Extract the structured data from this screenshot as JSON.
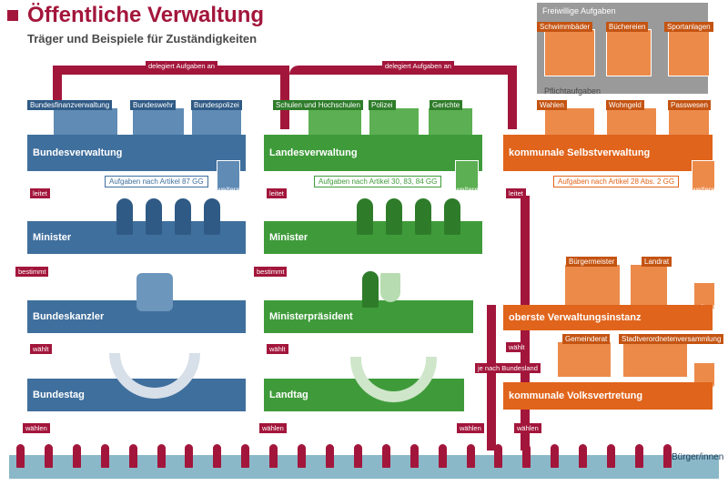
{
  "title": "Öffentliche Verwaltung",
  "subtitle": "Träger und Beispiele für Zuständigkeiten",
  "delegation_label": "delegiert Aufgaben an",
  "citizens_label": "Bürger/innen",
  "weitere_label": "weitere",
  "bund": {
    "examples": [
      "Bundesfinanzverwaltung",
      "Bundeswehr",
      "Bundespolizei"
    ],
    "verwaltung": "Bundesverwaltung",
    "articles": "Aufgaben nach Artikel 87 GG",
    "leitet": "leitet",
    "minister": "Minister",
    "bestimmt": "bestimmt",
    "chef": "Bundeskanzler",
    "waehlt": "wählt",
    "parlament": "Bundestag",
    "waehlen": "wählen"
  },
  "land": {
    "examples": [
      "Schulen und Hochschulen",
      "Polizei",
      "Gerichte"
    ],
    "verwaltung": "Landesverwaltung",
    "articles": "Aufgaben nach Artikel 30, 83, 84 GG",
    "leitet": "leitet",
    "minister": "Minister",
    "bestimmt": "bestimmt",
    "chef": "Ministerpräsident",
    "waehlt": "wählt",
    "parlament": "Landtag",
    "waehlen": "wählen"
  },
  "kommune": {
    "freiwillig_title": "Freiwillige Aufgaben",
    "freiwillig": [
      "Schwimmbäder",
      "Büchereien",
      "Sportanlagen"
    ],
    "pflicht_title": "Pflichtaufgaben",
    "pflicht": [
      "Wahlen",
      "Wohngeld",
      "Passwesen"
    ],
    "verwaltung": "kommunale Selbstverwaltung",
    "articles": "Aufgaben nach Artikel 28 Abs. 2 GG",
    "leitet": "leitet",
    "leaders": [
      "Bürgermeister",
      "Landrat"
    ],
    "instanz": "oberste Verwaltungsinstanz",
    "waehlt": "wählt",
    "je_nach": "je nach Bundesland",
    "councils": [
      "Gemeinderat",
      "Stadtverordnetenversammlung"
    ],
    "vertretung": "kommunale Volksvertretung",
    "waehlen": [
      "wählen",
      "wählen"
    ]
  },
  "colors": {
    "title": "#a3163b",
    "bund": "#3f6f9d",
    "land": "#3f9b3a",
    "kommune": "#e0641b",
    "citizens": "#8ab8c8"
  }
}
